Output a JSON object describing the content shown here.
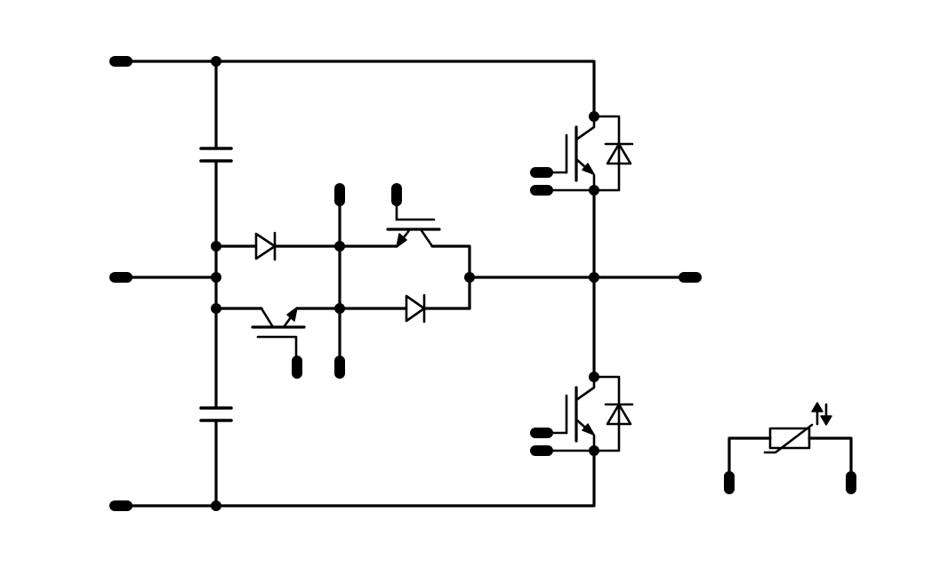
{
  "diagram": {
    "type": "three-level T-type (TNPC) inverter phase leg with NTC thermistor",
    "stroke_color": "#000000",
    "background_color": "#ffffff",
    "components": [
      "dc-bus-capacitor-upper",
      "dc-bus-capacitor-lower",
      "igbt-high-side",
      "igbt-low-side",
      "freewheel-diode-high-side",
      "freewheel-diode-low-side",
      "neutral-point-igbt-a",
      "neutral-point-igbt-b",
      "neutral-point-diode-a",
      "neutral-point-diode-b",
      "ntc-thermistor"
    ],
    "terminals": [
      "dc-plus",
      "neutral-point",
      "dc-minus",
      "ac-output",
      "gate-high-side",
      "emitter-sense-high-side",
      "gate-low-side",
      "emitter-sense-low-side",
      "gate-neutral-a",
      "gate-neutral-b",
      "aux-neutral-top",
      "aux-neutral-bottom",
      "ntc-pin-1",
      "ntc-pin-2"
    ]
  }
}
